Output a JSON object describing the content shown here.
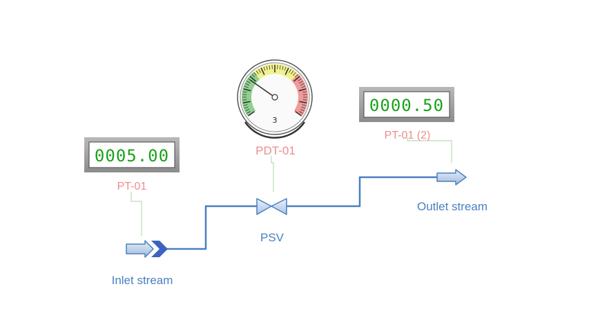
{
  "inlet": {
    "label": "Inlet stream"
  },
  "outlet": {
    "label": "Outlet stream"
  },
  "valve": {
    "label": "PSV"
  },
  "gauge": {
    "tag": "PDT-01",
    "scale_digit": "3",
    "needle_value_fraction": 0.28
  },
  "display_inlet": {
    "tag": "PT-01",
    "value": "0005.00"
  },
  "display_outlet": {
    "tag": "PT-01 (2)",
    "value": "0000.50"
  },
  "colors": {
    "pipe": "#4a7fc1",
    "label_blue": "#4a7fc1",
    "tag_red": "#ef8c8c",
    "lcd_digit": "#1aa11a",
    "leader": "#b8dcb8",
    "zone_green": "#8fd08f",
    "zone_yellow": "#f2f28c",
    "zone_red": "#f29a9a"
  }
}
